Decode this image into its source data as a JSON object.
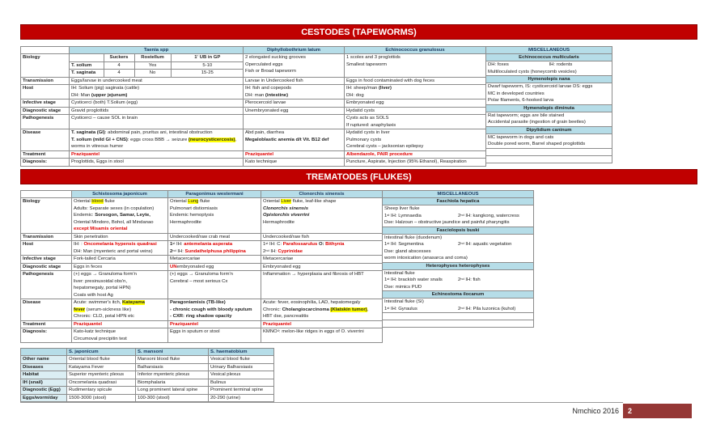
{
  "cestodes": {
    "title": "CESTODES (TAPEWORMS)",
    "columns": [
      "",
      "Taenia spp",
      "Diphyllobothrium latum",
      "Echinococcus granulosus"
    ],
    "rows": [
      {
        "label": "Biology",
        "cells": [
          {
            "table": {
              "header": [
                "",
                "Suckers",
                "Rostellum",
                [
                  "1",
                  {
                    "t": "°",
                    "s": "sup"
                  },
                  " UB in GP"
                ]
              ],
              "rows": [
                [
                  {
                    "t": "T. solium",
                    "s": "b"
                  },
                  "4",
                  "Yes",
                  "5-10"
                ],
                [
                  {
                    "t": "T. saginata",
                    "s": "b"
                  },
                  "4",
                  "No",
                  "15-25"
                ]
              ]
            }
          },
          [
            "2 elongated sucking grooves",
            "Operculated eggs",
            "Fish or Broad tapeworm"
          ],
          [
            "1 scolex and 3 proglottids",
            "Smallest tapeworm"
          ]
        ]
      },
      {
        "label": "Transmission",
        "cells": [
          "Eggs/larvae in undercooked meat",
          "Larvae in Undercooked fish",
          "Eggs in food contaminated with dog feces"
        ]
      },
      {
        "label": "Host",
        "cells": [
          [
            "IH: Solium (pig) saginata (cattle)",
            [
              "DH: Man ",
              {
                "t": "(upper jejunum)",
                "s": "b"
              }
            ]
          ],
          [
            "IH: fish and copepods",
            [
              "DH: man ",
              {
                "t": "(intestine)",
                "s": "b"
              }
            ]
          ],
          [
            [
              "IH: sheep/man ",
              {
                "t": "(liver)",
                "s": "b"
              }
            ],
            "DH: dog"
          ]
        ]
      },
      {
        "label": "Infective stage",
        "cells": [
          "Cysticerci (both) T.Solium (egg)",
          "Plerocercoid larvae",
          "Embryonated egg"
        ]
      },
      {
        "label": "Diagnostic stage",
        "cells": [
          "Gravid proglottids",
          "Unembryonated egg",
          "Hydatid cysts"
        ]
      },
      {
        "label": "Pathogenesis",
        "cells": [
          [
            "Cysticerci – cause SOL in brain",
            ""
          ],
          [
            "",
            ""
          ],
          [
            "Cysts acts as SOLS",
            "If ruptured: anaphylaxis"
          ]
        ]
      },
      {
        "label": "Disease",
        "cells": [
          [
            [
              {
                "t": "T. saginata (GI)",
                "s": "b"
              },
              ": abdominal pain, pruritus ani, intestinal obstruction"
            ],
            [
              {
                "t": "T. solium (mild GI + CNS)",
                "s": "b"
              },
              ": eggs cross BBB → seizure ",
              {
                "t": "(neurocysticercosis)",
                "s": "hb"
              },
              ","
            ],
            "worms in vitreous humor"
          ],
          [
            "Abd pain, diarrhea",
            [
              {
                "t": "Megaloblastic anemia d/t Vit. B12 def",
                "s": "b"
              }
            ],
            ""
          ],
          [
            "Hydatid cysts in liver",
            "Pulmonary cysts",
            "Cerebral cysts – jacksonian epilepsy"
          ]
        ]
      },
      {
        "label": "Treatment",
        "cells": [
          [
            [
              {
                "t": "Praziquantel",
                "s": "r"
              }
            ]
          ],
          [
            [
              {
                "t": "Praziquantel",
                "s": "r"
              }
            ]
          ],
          [
            [
              {
                "t": "Albendazole, PAIR procedure",
                "s": "r"
              }
            ]
          ]
        ]
      },
      {
        "label": "Diagnosis:",
        "cells": [
          "Proglottids, Eggs in stool",
          "Kato technique",
          "Puncture, Aspirate, Injection (95% Ethanol), Reaspiration"
        ]
      }
    ],
    "misc": {
      "title": "MISCELLANEOUS",
      "sections": [
        {
          "name": "Echinococcus multicularis",
          "lines": [
            {
              "cols": [
                "DH: foxes",
                "IH: rodents"
              ]
            },
            "Multiloculated cysts (honeycomb vesicles)"
          ]
        },
        {
          "name": "Hymenolepis nana",
          "lines": [
            "Dwarf tapeworm, IS: cysticercoid larvae DS: eggs",
            "MC in developed countries",
            "Polar filaments, 6-hooked larva"
          ]
        },
        {
          "name": "Hymenolepis diminuta",
          "lines": [
            "Rat tapeworm; eggs are bile stained",
            "Accidental parasite (ingestion of grain beetles)"
          ]
        },
        {
          "name": "Dipylidium caninum",
          "lines": [
            "MC tapeworm in dogs and cats",
            "Double pored worm, Barrel shaped proglottids"
          ]
        }
      ]
    }
  },
  "trematodes": {
    "title": "TREMATODES (FLUKES)",
    "columns": [
      "",
      "Schistosoma japonicum",
      "Paragonimus westermani",
      "Clonorchis sinensis"
    ],
    "rows": [
      {
        "label": "Biology",
        "cells": [
          [
            [
              "Oriental ",
              {
                "t": "blood",
                "s": "h"
              },
              " fluke"
            ],
            "Adults: Separate sexes (in copulation)",
            [
              "Endemic: ",
              {
                "t": "Sorsogon, Samar, Leyte,",
                "s": "b"
              }
            ],
            "Oriental Mindoro, Bohol, all Mindanao",
            [
              {
                "t": "except Misamis oriental",
                "s": "r"
              }
            ]
          ],
          [
            [
              "Oriental ",
              {
                "t": "Lung",
                "s": "h"
              },
              " fluke"
            ],
            "Pulmonart distiomiasis",
            "Endemic hemoptysis",
            "Hermaphrodite",
            ""
          ],
          [
            [
              "Oriental ",
              {
                "t": "Liver",
                "s": "h"
              },
              " fluke, leaf-like shape"
            ],
            [
              {
                "t": "Clonorchis sinensis",
                "s": "i"
              }
            ],
            [
              {
                "t": "Opistorchis viverrini",
                "s": "i"
              }
            ],
            "Hermaphrodite",
            ""
          ]
        ]
      },
      {
        "label": "Transmission",
        "cells": [
          "Skin penetration",
          "Undercooked/raw crab meat",
          "Undercooked/raw fish"
        ]
      },
      {
        "label": "Host",
        "cells": [
          [
            [
              "IH: : ",
              {
                "t": "Oncomelania hypensis quadrasi",
                "s": "r"
              }
            ],
            "DH: Man (myenteric and portal veins)"
          ],
          [
            [
              {
                "t": "1",
                "s": "b"
              },
              {
                "t": "st",
                "s": "sup"
              },
              " IH: ",
              {
                "t": "antemelania asperata",
                "s": "r"
              }
            ],
            [
              {
                "t": "2",
                "s": "b"
              },
              {
                "t": "nd",
                "s": "sup"
              },
              " IH: ",
              {
                "t": "Sundathelphusa philippina",
                "s": "r"
              }
            ]
          ],
          [
            [
              "1",
              {
                "t": "st",
                "s": "sup"
              },
              " IH: C: ",
              {
                "t": "Parafossarulus",
                "s": "r"
              },
              "  ",
              {
                "t": "O:",
                "s": "b"
              },
              " ",
              {
                "t": "Bithynia",
                "s": "r"
              }
            ],
            [
              "2",
              {
                "t": "nd",
                "s": "sup"
              },
              " IH: ",
              {
                "t": "Cyprinidae",
                "s": "r"
              }
            ]
          ]
        ]
      },
      {
        "label": "Infective stage",
        "cells": [
          "Fork-tailed Cercaria",
          "Metacercariae",
          "Metacercariae"
        ]
      },
      {
        "label": "Diagnostic stage",
        "cells": [
          "Eggs in feces",
          [
            [
              {
                "t": "UN",
                "s": "r"
              },
              "embryonated egg"
            ]
          ],
          "Embryonated egg"
        ]
      },
      {
        "label": "Pathogenesis",
        "cells": [
          [
            "(+) eggs → Granuloma form'n",
            "liver: presinusoidal obs'n,",
            "hepatomegaly, portal HPN)",
            "Coats with host Ag"
          ],
          [
            "(+) eggs → Granuloma form'n",
            "Cerebral – most serious Cx"
          ],
          [
            "Inflammation → hyperplasia and fibrosis of HBT"
          ]
        ]
      },
      {
        "label": "Disease",
        "cells": [
          [
            [
              "Acute: swimmer's itch, ",
              {
                "t": "Katayama",
                "s": "hb"
              }
            ],
            [
              {
                "t": "fever",
                "s": "hb"
              },
              " (serum-sickness like)"
            ],
            "Chronic: CLD, potal HPN etc"
          ],
          [
            [
              {
                "t": "Paragoniamisis (TB-like)",
                "s": "b"
              }
            ],
            [
              {
                "t": "- chronic cough with bloody sputum",
                "s": "b"
              }
            ],
            [
              {
                "t": "- CXR: ring shadow opacity",
                "s": "b"
              }
            ]
          ],
          [
            "Acute: fever, eosinophilia, LAD, hepatomegaly",
            [
              "Chronic: ",
              {
                "t": "Cholangiocarcinoma ",
                "s": "b"
              },
              {
                "t": "(Klatskin tumor)",
                "s": "hb"
              },
              ","
            ],
            "HBT dse, pancreatitis"
          ]
        ]
      },
      {
        "label": "Treatment",
        "cells": [
          [
            [
              {
                "t": "Praziquantel",
                "s": "r"
              }
            ]
          ],
          [
            [
              {
                "t": "Praziquantel",
                "s": "r"
              }
            ]
          ],
          [
            [
              {
                "t": "Praziquantel",
                "s": "r"
              }
            ]
          ]
        ]
      },
      {
        "label": "Diagnosis:",
        "cells": [
          [
            "Kato-katz technique",
            "Circumoval precipitin test"
          ],
          [
            "Eggs in sputum or stool",
            ""
          ],
          [
            [
              "KMNO",
              {
                "t": "4",
                "s": "sup"
              },
              ": melon-like ridges in eggs of O. viverrini"
            ],
            ""
          ]
        ]
      }
    ],
    "misc": {
      "title": "MISCELLANEOUS",
      "sections": [
        {
          "name": "Faschiola hepatica",
          "lines": [
            "Sheep liver fluke",
            {
              "cols": [
                [
                  "1",
                  {
                    "t": "st",
                    "s": "sup"
                  },
                  " IH: Lymnaedia"
                ],
                [
                  "2",
                  {
                    "t": "nd",
                    "s": "sup"
                  },
                  " IH: kangkong, watercress"
                ]
              ]
            },
            "Dse: Halzoun – obstructive jaundice and painful pharyngitis"
          ]
        },
        {
          "name": "Fasciolopsis buski",
          "lines": [
            "Intestinal fluke (duodenum)",
            {
              "cols": [
                [
                  "1",
                  {
                    "t": "st",
                    "s": "sup"
                  },
                  " IH: Segmentina"
                ],
                [
                  "2",
                  {
                    "t": "nd",
                    "s": "sup"
                  },
                  " IH: aquatic vegetation"
                ]
              ]
            },
            "Dse: gland abscesses",
            "worm intoxication (anasarca and coma)"
          ]
        },
        {
          "name": "Heterophyses heterophyses",
          "lines": [
            "Intestinal fluke",
            {
              "cols": [
                [
                  "1",
                  {
                    "t": "st",
                    "s": "sup"
                  },
                  " IH: brackish water snails"
                ],
                [
                  "2",
                  {
                    "t": "nd",
                    "s": "sup"
                  },
                  " IH: fish"
                ]
              ]
            },
            "Dse: mimics PUD"
          ]
        },
        {
          "name": "Echinostoma ilocanum",
          "lines": [
            "Intestinal fluke (SI)",
            {
              "cols": [
                [
                  "1",
                  {
                    "t": "st",
                    "s": "sup"
                  },
                  " IH: Gyraulus"
                ],
                [
                  "2",
                  {
                    "t": "nd",
                    "s": "sup"
                  },
                  " IH: Pila luzonica (kuhol)"
                ]
              ]
            }
          ]
        }
      ]
    }
  },
  "schistosoma": {
    "columns": [
      "",
      "S. japonicum",
      "S. mansoni",
      "S. haematobium"
    ],
    "rows": [
      {
        "label": "Other name",
        "cells": [
          "Oriental blood fluke",
          "Mansoni blood fluke",
          "Vesical blood fluke"
        ]
      },
      {
        "label": "Diseases",
        "cells": [
          "Katayama Fever",
          "Balharsiasis",
          "Urinary Balharsiasis"
        ]
      },
      {
        "label": "Habitat",
        "cells": [
          "Superior myenteric plexus",
          "Inferior myenteric plexus",
          "Vesical plexus"
        ]
      },
      {
        "label": "IH (snail)",
        "cells": [
          "Oncomelania quadrasi",
          "Biomphalaria",
          "Bulinus"
        ]
      },
      {
        "label": "Diagnostic (Egg)",
        "cells": [
          "Rudimentary spicule",
          "Long prominent lateral spine",
          "Prominent terminal spine"
        ]
      },
      {
        "label": "Eggs/worm/day",
        "cells": [
          "1500-3000 (stool)",
          "100-300 (stool)",
          "20-290 (urine)"
        ]
      }
    ]
  },
  "footer": {
    "author": "Nmchico 2016",
    "page_number": "2"
  },
  "colors": {
    "banner": "#c00000",
    "header_fill": "#b6dde8",
    "header_text": "#17375e",
    "emphasis": "#e00000",
    "highlight": "#ffff00",
    "page_box": "#953735"
  }
}
